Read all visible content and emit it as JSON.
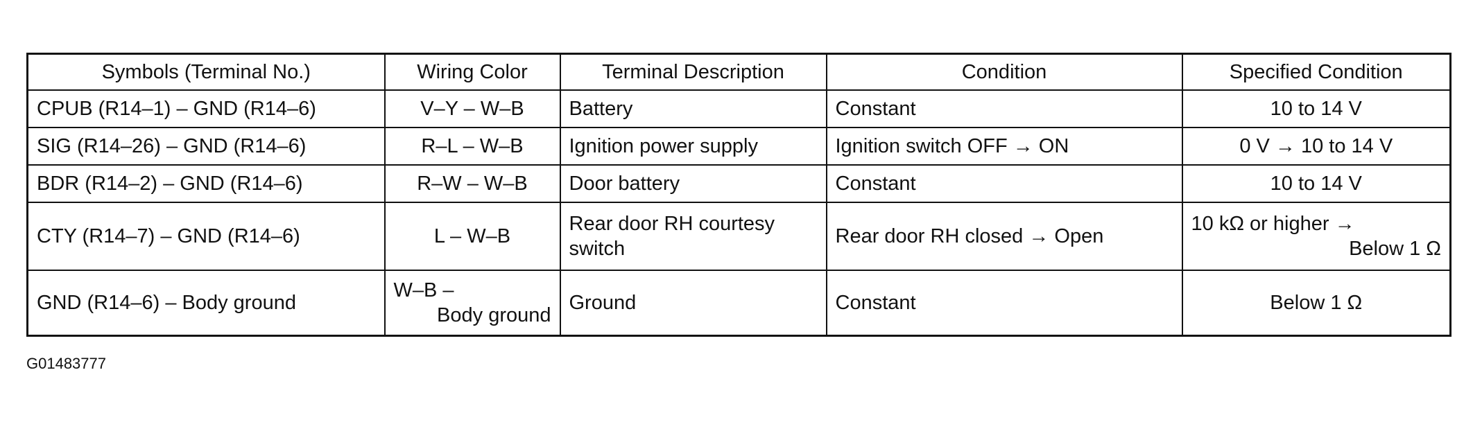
{
  "headers": {
    "symbols": "Symbols (Terminal No.)",
    "wiring_color": "Wiring  Color",
    "terminal_description": "Terminal Description",
    "condition": "Condition",
    "specified_condition": "Specified Condition"
  },
  "rows": [
    {
      "symbols": "CPUB (R14–1) – GND (R14–6)",
      "wiring_color": "V–Y – W–B",
      "description": "Battery",
      "condition": "Constant",
      "specified": "10 to 14 V"
    },
    {
      "symbols": "SIG (R14–26) – GND (R14–6)",
      "wiring_color": "R–L – W–B",
      "description": "Ignition power supply",
      "condition": "Ignition switch OFF → ON",
      "specified": "0 V → 10 to 14 V"
    },
    {
      "symbols": "BDR (R14–2) – GND (R14–6)",
      "wiring_color": "R–W – W–B",
      "description": "Door battery",
      "condition": "Constant",
      "specified": "10 to 14 V"
    },
    {
      "symbols": "CTY (R14–7) – GND (R14–6)",
      "wiring_color": "L – W–B",
      "description_line1": "Rear door RH courtesy",
      "description_line2": "switch",
      "condition": "Rear door RH closed → Open",
      "specified_line1": "10 kΩ or higher →",
      "specified_line2": "Below 1 Ω"
    },
    {
      "symbols": "GND (R14–6) – Body ground",
      "wiring_color_line1": "W–B –",
      "wiring_color_line2": "Body ground",
      "description": "Ground",
      "condition": "Constant",
      "specified": "Below 1 Ω"
    }
  ],
  "figure_id": "G01483777"
}
